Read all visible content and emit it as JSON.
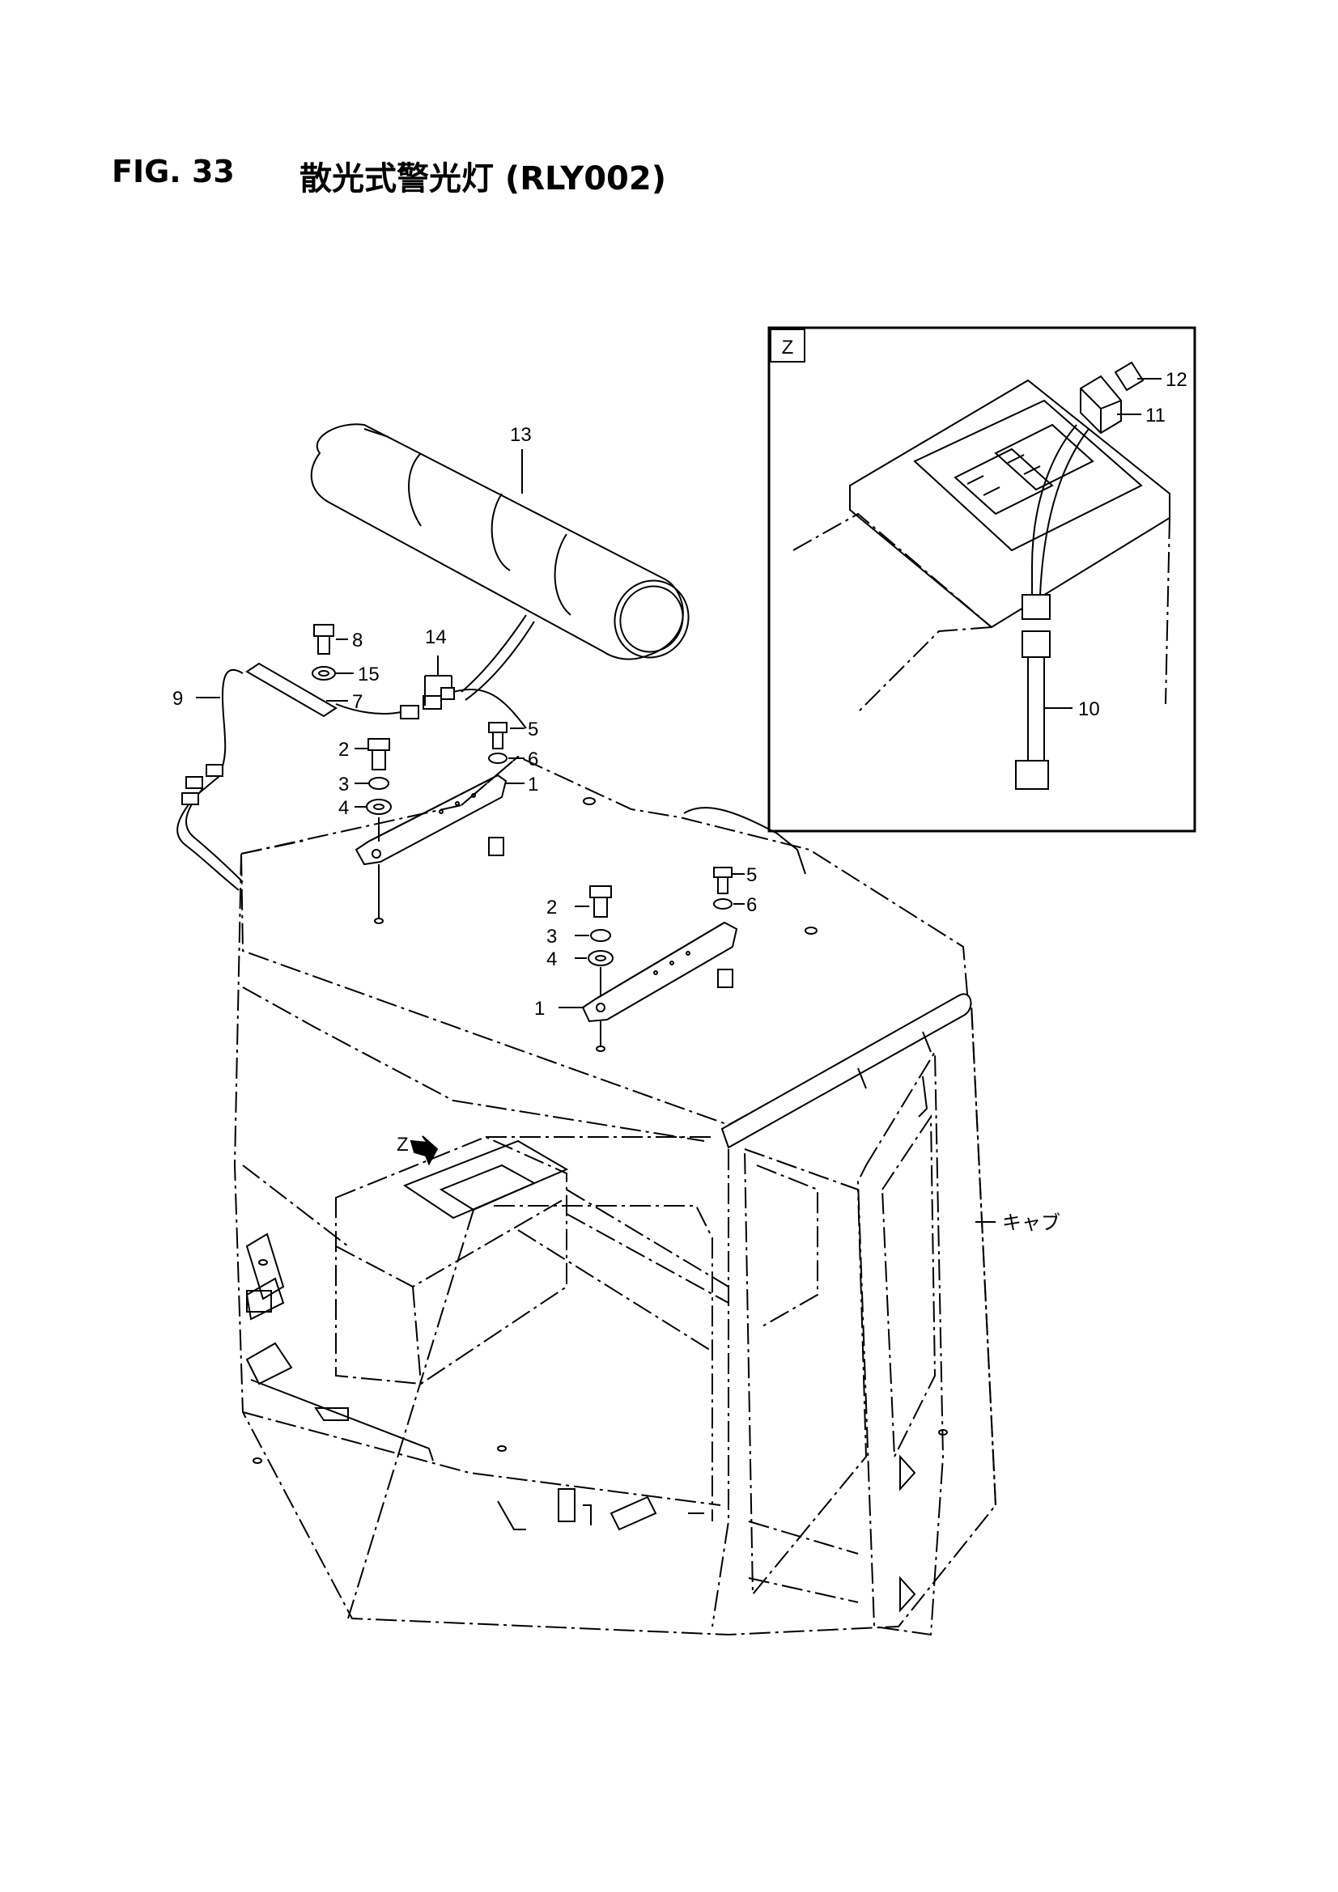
{
  "figure": {
    "number": "FIG. 33",
    "title": "散光式警光灯 (RLY002)"
  },
  "detail_view": {
    "label": "Z"
  },
  "view_arrow": {
    "label": "Z"
  },
  "callouts": {
    "c1a": "1",
    "c1b": "1",
    "c2a": "2",
    "c2b": "2",
    "c3a": "3",
    "c3b": "3",
    "c4a": "4",
    "c4b": "4",
    "c5a": "5",
    "c5b": "5",
    "c6a": "6",
    "c6b": "6",
    "c7": "7",
    "c8": "8",
    "c9": "9",
    "c10": "10",
    "c11": "11",
    "c12": "12",
    "c13": "13",
    "c14": "14",
    "c15": "15",
    "cab": "キャブ"
  }
}
